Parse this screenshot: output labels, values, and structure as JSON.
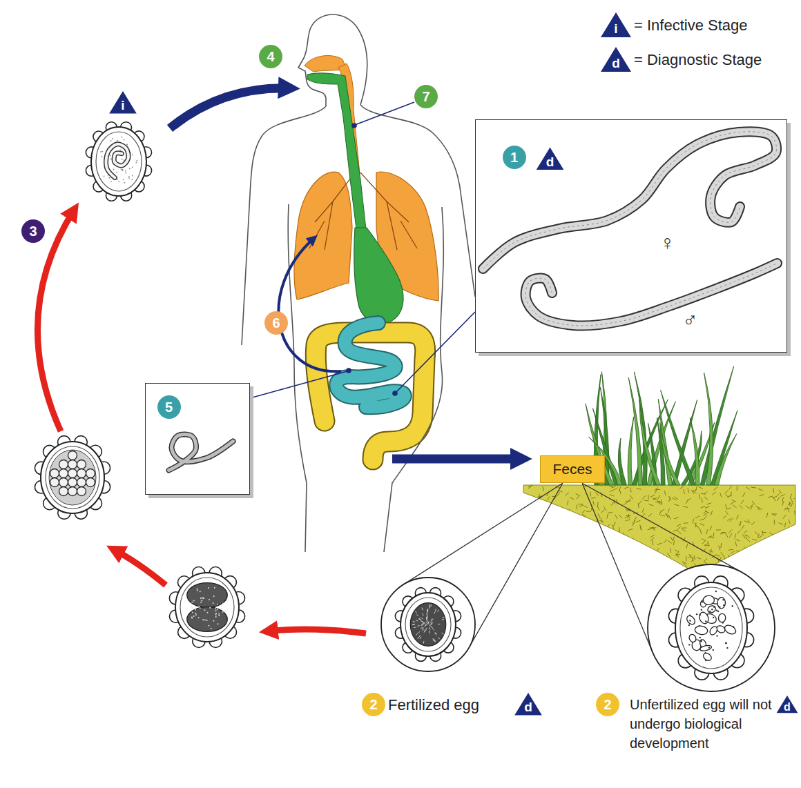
{
  "diagram": {
    "nodes": [
      {
        "text": [
          "1",
          "d",
          "♀",
          "♂"
        ]
      },
      {
        "text": [
          "5"
        ]
      },
      {
        "text": [
          "Feces"
        ]
      },
      {
        "text": [
          "2",
          "Fertilized egg",
          "d"
        ]
      },
      {
        "text": [
          "2",
          "Unfertilized egg will not undergo biological development",
          "d"
        ]
      }
    ],
    "edges": [
      {
        "from": 2,
        "to": 3,
        "arrow": "none"
      },
      {
        "from": 2,
        "to": 4,
        "arrow": "none"
      }
    ],
    "labels": [
      "i",
      "d",
      "4",
      "i",
      "7",
      "3",
      "6"
    ],
    "legend": [
      {
        "text": "= Infective Stage"
      },
      {
        "text": "= Diagnostic Stage"
      }
    ]
  }
}
